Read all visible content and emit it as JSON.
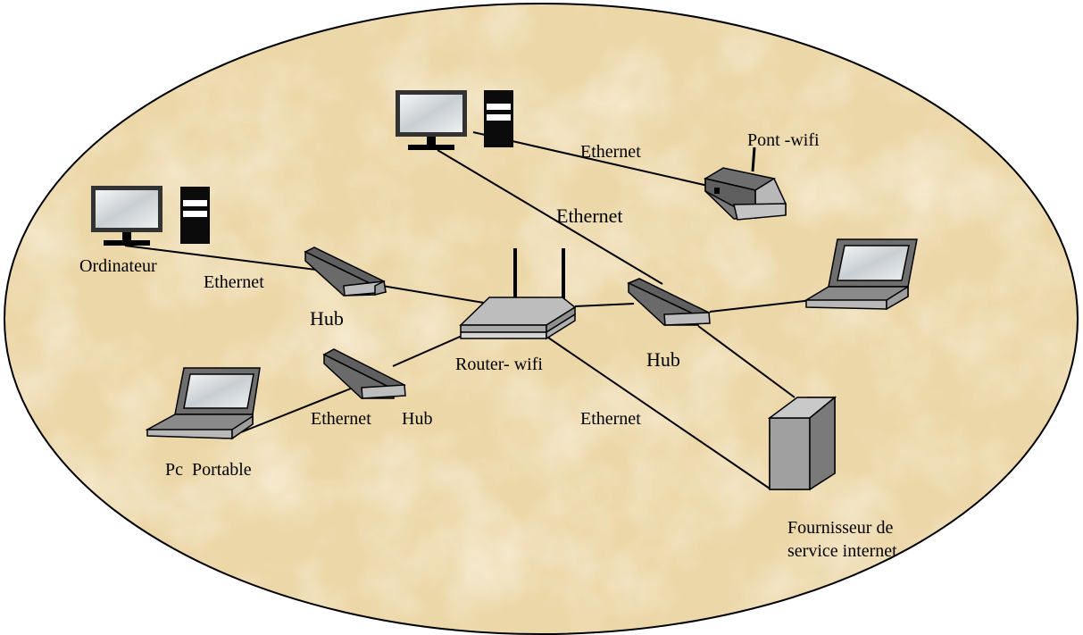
{
  "colors": {
    "background": "#ecd7a8",
    "background_mottle": "#f6e7c6",
    "outline": "#000000",
    "link": "#000000",
    "device_dark": "#707070",
    "device_light": "#b5b5b5",
    "screen": "#d9dde0"
  },
  "devices": {
    "top_pc": {
      "icon": "desktop-computer-icon"
    },
    "left_pc": {
      "icon": "desktop-computer-icon",
      "label": "Ordinateur"
    },
    "wifi_bridge": {
      "icon": "wifi-bridge-icon",
      "label": "Pont -wifi"
    },
    "hub_left": {
      "icon": "hub-icon",
      "label": "Hub"
    },
    "router": {
      "icon": "wifi-router-icon",
      "label": "Router- wifi"
    },
    "hub_right": {
      "icon": "hub-icon",
      "label": "Hub"
    },
    "hub_bottom": {
      "icon": "hub-icon",
      "label": "Hub"
    },
    "laptop_right": {
      "icon": "laptop-icon"
    },
    "laptop_left": {
      "icon": "laptop-icon",
      "label": "Pc  Portable"
    },
    "isp_server": {
      "icon": "server-tower-icon",
      "label_line1": "Fournisseur de",
      "label_line2": "service internet"
    }
  },
  "links": {
    "top_pc_bridge": "Ethernet",
    "top_pc_hub_right": "Ethernet",
    "left_pc_hub_left": "Ethernet",
    "laptop_hub_bottom": "Ethernet",
    "router_isp": "Ethernet"
  }
}
